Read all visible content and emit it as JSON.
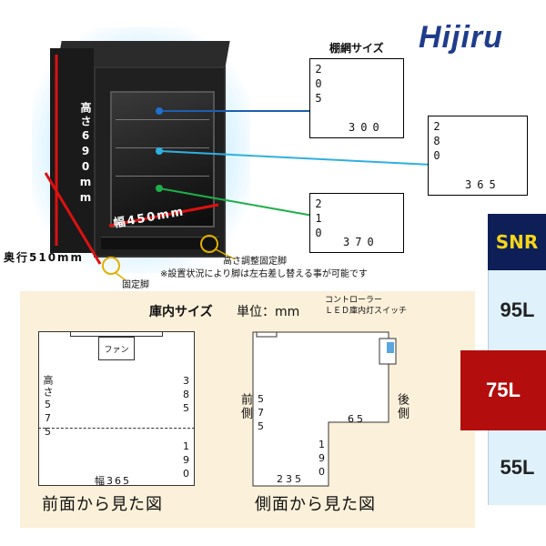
{
  "brand": {
    "logo": "Hijiru"
  },
  "shelf": {
    "title": "棚網サイズ",
    "boxes": [
      {
        "height": "205",
        "width": "300"
      },
      {
        "height": "280",
        "width": "365"
      },
      {
        "height": "210",
        "width": "370"
      }
    ]
  },
  "fridge": {
    "height_label": "高さ690mm",
    "width_label": "幅450mm",
    "depth_label": "奥行510mm",
    "adjust_foot": "高さ調整固定脚",
    "fixed_foot": "固定脚",
    "note": "※設置状況により脚は左右差し替える事が可能です"
  },
  "interior": {
    "title": "庫内サイズ",
    "unit": "単位：mm",
    "controller": "コントローラー\nＬＥＤ庫内灯スイッチ",
    "front": {
      "fan": "ファン",
      "h_total": "高さ575",
      "h_upper": "385",
      "h_lower": "190",
      "width": "幅365",
      "caption": "前面から見た図"
    },
    "side": {
      "front_label": "前側",
      "back_label": "後側",
      "h_total": "575",
      "step_w": "65",
      "step_h": "190",
      "bottom_w": "235",
      "caption": "側面から見た図"
    }
  },
  "snr": {
    "label": "SNR",
    "options": [
      {
        "text": "95L",
        "selected": false
      },
      {
        "text": "75L",
        "selected": true
      },
      {
        "text": "55L",
        "selected": false
      }
    ],
    "colors": {
      "header": "#0d1f56",
      "header_text": "#f7d41a",
      "selected": "#b30d0d",
      "normal": "#dff1fb"
    }
  }
}
